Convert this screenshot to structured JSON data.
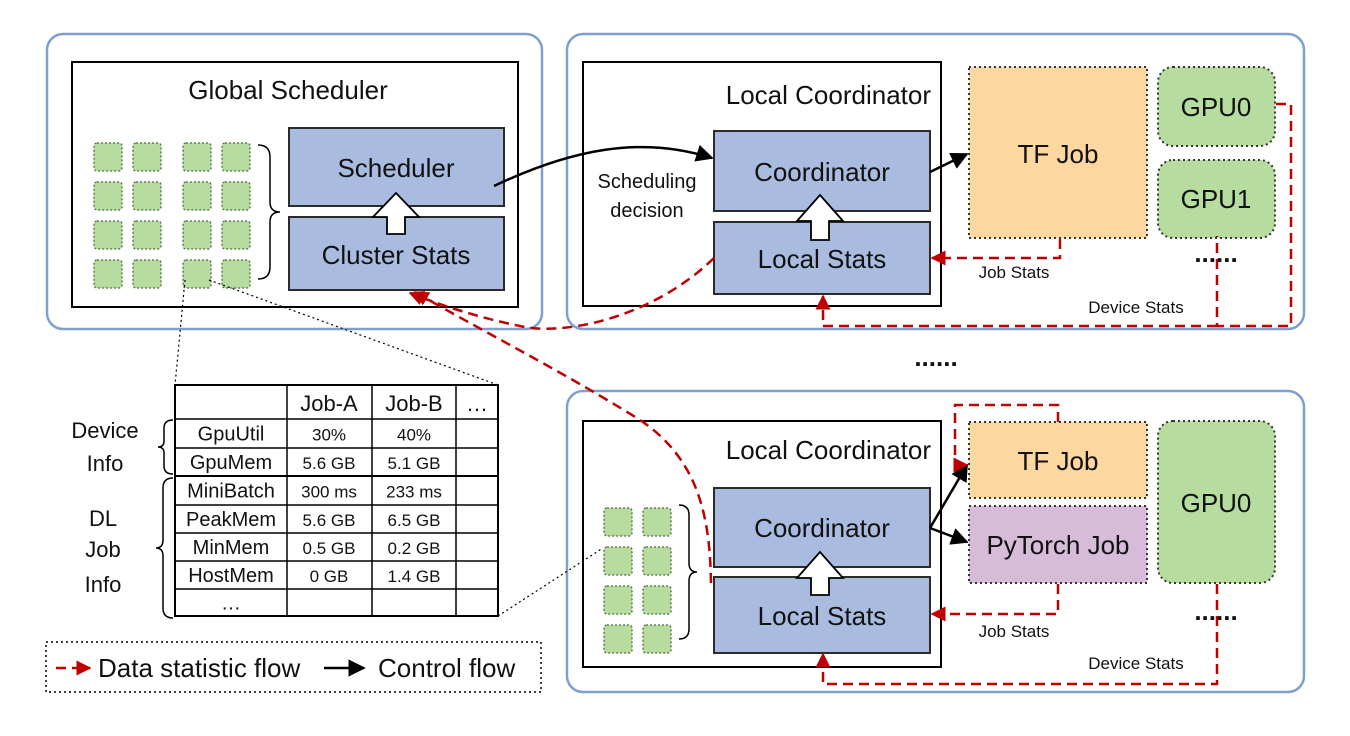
{
  "colors": {
    "panel_border": "#7f9fcf",
    "component_fill": "#a9bce0",
    "component_border": "#2b2b2b",
    "tf_job_fill": "#fdd7a0",
    "pytorch_job_fill": "#d7bcda",
    "gpu_fill": "#b7dca0",
    "data_flow": "#c00000",
    "control_flow": "#000000"
  },
  "global_scheduler": {
    "title": "Global Scheduler",
    "scheduler_label": "Scheduler",
    "cluster_stats_label": "Cluster Stats"
  },
  "top_coordinator": {
    "title": "Local Coordinator",
    "coordinator_label": "Coordinator",
    "local_stats_label": "Local Stats",
    "tf_job_label": "TF Job",
    "gpu0_label": "GPU0",
    "gpu1_label": "GPU1",
    "more_gpus": "......",
    "job_stats_label": "Job Stats",
    "device_stats_label": "Device Stats"
  },
  "scheduling_decision": {
    "line1": "Scheduling",
    "line2": "decision"
  },
  "between_nodes_ellipsis": "......",
  "bottom_coordinator": {
    "title": "Local Coordinator",
    "coordinator_label": "Coordinator",
    "local_stats_label": "Local Stats",
    "tf_job_label": "TF Job",
    "pytorch_job_label": "PyTorch Job",
    "gpu0_label": "GPU0",
    "more_gpus": "......",
    "job_stats_label": "Job Stats",
    "device_stats_label": "Device Stats"
  },
  "stats_table": {
    "headers": [
      "",
      "Job-A",
      "Job-B",
      "…"
    ],
    "rows": [
      [
        "GpuUtil",
        "30%",
        "40%",
        ""
      ],
      [
        "GpuMem",
        "5.6 GB",
        "5.1 GB",
        ""
      ],
      [
        "MiniBatch",
        "300 ms",
        "233 ms",
        ""
      ],
      [
        "PeakMem",
        "5.6 GB",
        "6.5 GB",
        ""
      ],
      [
        "MinMem",
        "0.5 GB",
        "0.2 GB",
        ""
      ],
      [
        "HostMem",
        "0 GB",
        "1.4 GB",
        ""
      ],
      [
        "…",
        "",
        "",
        ""
      ]
    ],
    "device_info": {
      "line1": "Device",
      "line2": "Info"
    },
    "dl_job_info": {
      "line1": "DL",
      "line2": "Job",
      "line3": "Info"
    }
  },
  "legend": {
    "data_flow_label": "Data statistic flow",
    "control_flow_label": "Control flow"
  }
}
